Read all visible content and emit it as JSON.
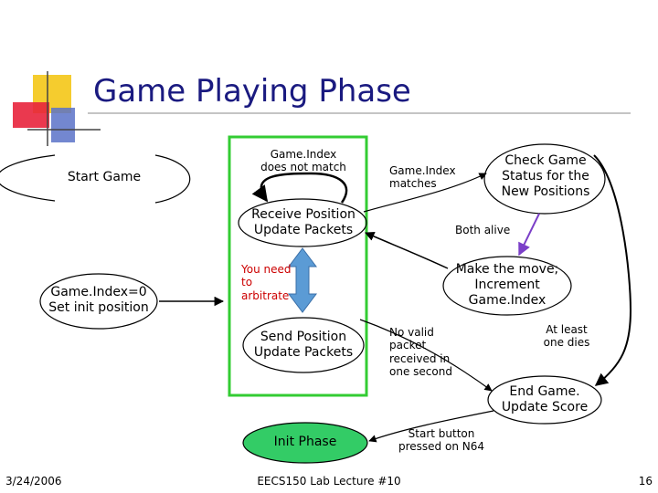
{
  "slide": {
    "title": "Game Playing Phase",
    "footer_date": "3/24/2006",
    "footer_center": "EECS150 Lab Lecture #10",
    "page_number": "16"
  },
  "colors": {
    "title": "#1a1a80",
    "deco_yellow": "#f5cc2e",
    "deco_red": "#e8243c",
    "deco_blue": "#5a72c8",
    "green_box": "#33cc33",
    "init_fill": "#33cc66",
    "arbitrate_arrow": "#5b9bd5",
    "purple_arrow": "#7b3fc8",
    "label_red": "#cc0000"
  },
  "nodes": {
    "start_game": "Start Game",
    "init_position": [
      "Game.Index=0",
      "Set init position"
    ],
    "receive_packets": [
      "Receive Position",
      "Update Packets"
    ],
    "send_packets": [
      "Send Position",
      "Update Packets"
    ],
    "check_status": [
      "Check Game",
      "Status for the",
      "New Positions"
    ],
    "make_move": [
      "Make the move;",
      "Increment",
      "Game.Index"
    ],
    "end_game": [
      "End Game.",
      "Update Score"
    ],
    "init_phase": "Init Phase"
  },
  "labels": {
    "index_no_match": [
      "Game.Index",
      "does not match"
    ],
    "index_matches": [
      "Game.Index",
      "matches"
    ],
    "both_alive": "Both alive",
    "need_arbitrate": [
      "You need",
      "to",
      "arbitrate"
    ],
    "no_valid_packet": [
      "No valid",
      "packet",
      "received in",
      "one second"
    ],
    "at_least_one_dies": [
      "At least",
      "one dies"
    ],
    "start_button": [
      "Start button",
      "pressed on N64"
    ]
  }
}
